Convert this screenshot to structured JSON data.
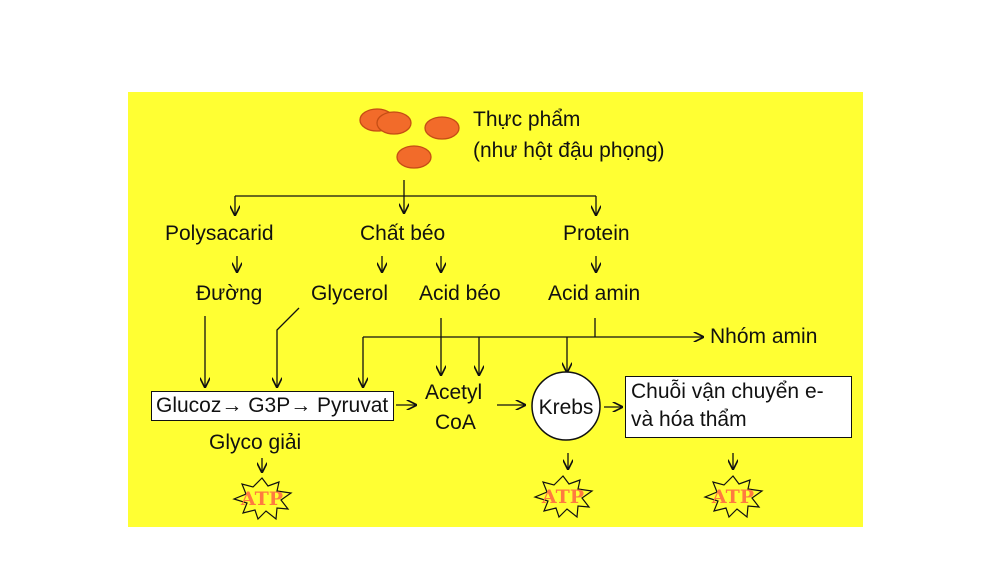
{
  "diagram": {
    "food": {
      "line1": "Thực phẩm",
      "line2": "(như hột đậu phọng)"
    },
    "branches": {
      "polysaccharide": "Polysacarid",
      "fat": "Chất béo",
      "protein": "Protein"
    },
    "products": {
      "sugar": "Đường",
      "glycerol": "Glycerol",
      "fatty_acid": "Acid béo",
      "amino_acid": "Acid amin"
    },
    "amino_group": "Nhóm amin",
    "glycolysis_box": "Glucoz→ G3P→ Pyruvat",
    "glycolysis_label": "Glyco giải",
    "acetyl_coa": {
      "line1": "Acetyl",
      "line2": "CoA"
    },
    "krebs": "Krebs",
    "electron_chain": {
      "line1": "Chuỗi vận chuyển e-",
      "line2": "và hóa thẩm"
    },
    "atp_label": "ATP"
  },
  "colors": {
    "panel": "#ffff33",
    "seed": "#f26b2a",
    "seed_outline": "#c44d14",
    "atp_text": "#ff7a40",
    "line": "#111111"
  }
}
